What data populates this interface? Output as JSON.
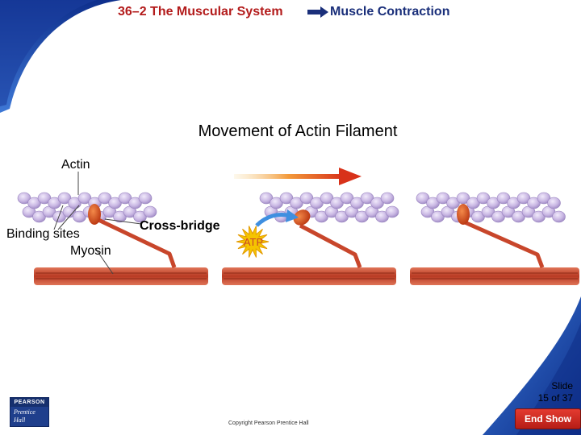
{
  "header": {
    "section": "36–2 The Muscular System",
    "topic": "Muscle Contraction"
  },
  "title": "Movement of Actin Filament",
  "diagram": {
    "labels": {
      "actin": "Actin",
      "binding_sites": "Binding sites",
      "myosin": "Myosin",
      "cross_bridge": "Cross-bridge",
      "atp": "ATP"
    }
  },
  "footer": {
    "slide_line1": "Slide",
    "slide_line2": "15 of 37",
    "copyright": "Copyright Pearson Prentice Hall",
    "end_show": "End Show",
    "logo_top": "PEARSON",
    "logo_bottom": "Prentice Hall"
  },
  "colors": {
    "header_section": "#b31b1b",
    "header_topic": "#1a2f7a",
    "actin_bead": "#c9b7e3",
    "myosin": "#c8462b",
    "cross_bridge_head": "#d9531e",
    "atp_burst": "#f5c400",
    "end_show_button": "#d22f26"
  }
}
